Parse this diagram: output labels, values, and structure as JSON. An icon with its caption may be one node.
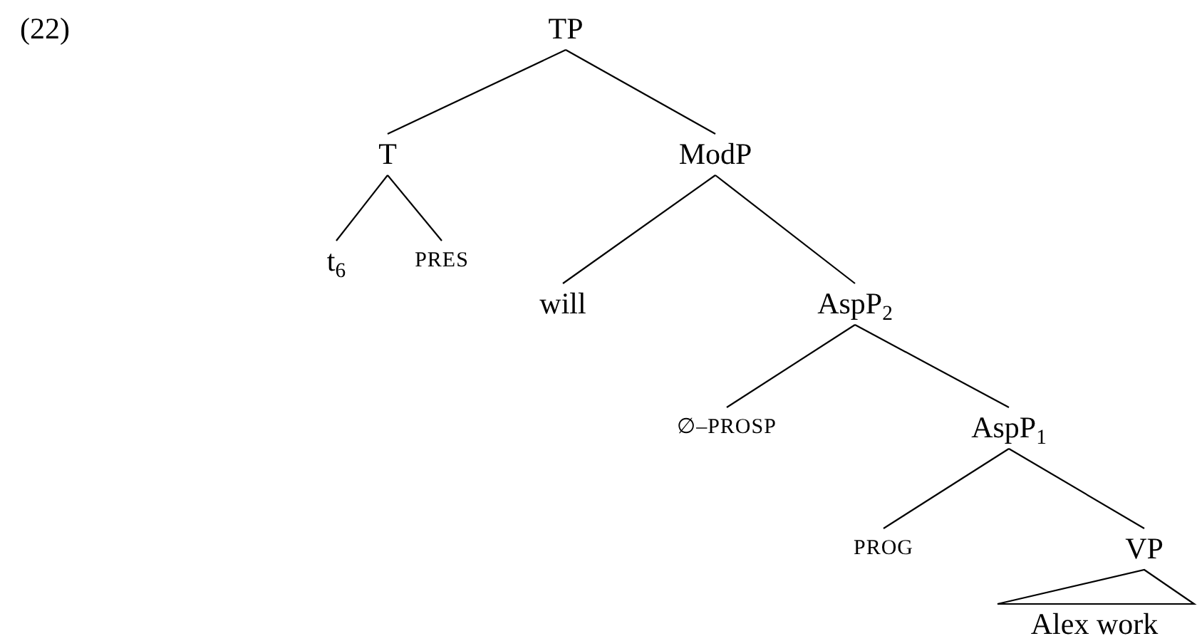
{
  "diagram": {
    "nodes": [
      {
        "text": [
          "TP"
        ]
      },
      {
        "text": [
          "T"
        ]
      },
      {
        "text": [
          "ModP"
        ]
      },
      {
        "text": [
          "t$_{6}$"
        ]
      },
      {
        "text": [
          "PRES"
        ]
      },
      {
        "text": [
          "will"
        ]
      },
      {
        "text": [
          "AspP$_{2}$"
        ]
      },
      {
        "text": [
          "∅–PROSP"
        ]
      },
      {
        "text": [
          "AspP$_{1}$"
        ]
      },
      {
        "text": [
          "PROG"
        ]
      },
      {
        "text": [
          "VP"
        ]
      },
      {
        "text": [
          "Alex work"
        ]
      }
    ],
    "edges": [
      {
        "from": 0,
        "to": 1,
        "arrow": "none"
      },
      {
        "from": 0,
        "to": 2,
        "arrow": "none"
      },
      {
        "from": 1,
        "to": 3,
        "arrow": "none"
      },
      {
        "from": 1,
        "to": 4,
        "arrow": "none"
      },
      {
        "from": 2,
        "to": 5,
        "arrow": "none"
      },
      {
        "from": 2,
        "to": 6,
        "arrow": "none"
      },
      {
        "from": 6,
        "to": 7,
        "arrow": "none"
      },
      {
        "from": 6,
        "to": 8,
        "arrow": "none"
      },
      {
        "from": 8,
        "to": 9,
        "arrow": "none"
      },
      {
        "from": 8,
        "to": 10,
        "arrow": "none"
      },
      {
        "from": 10,
        "to": 11,
        "arrow": "none"
      }
    ],
    "labels": [
      "(22)"
    ]
  }
}
